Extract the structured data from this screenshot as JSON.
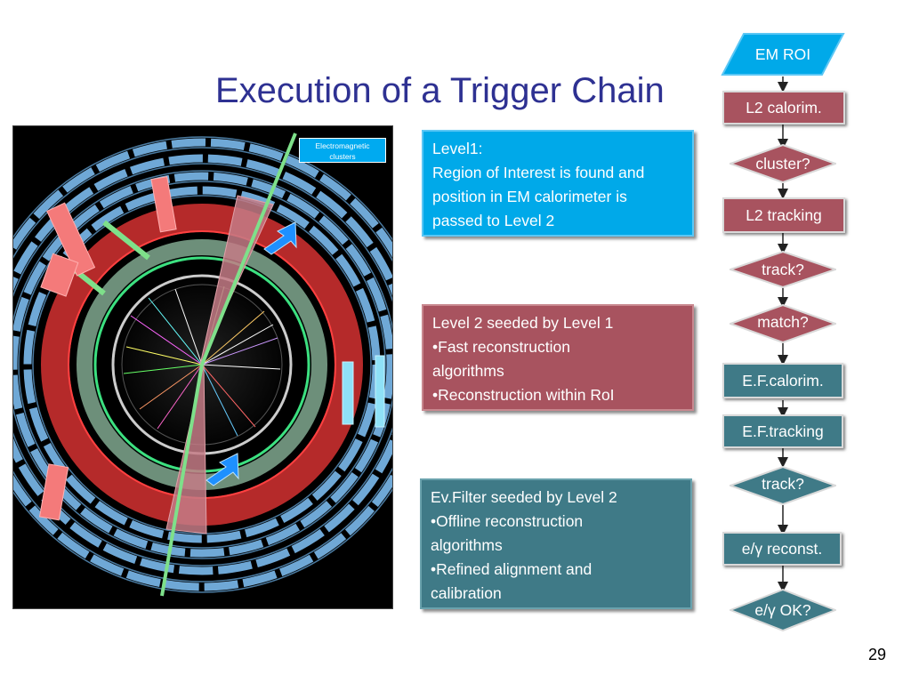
{
  "title": "Execution of a Trigger Chain",
  "slide_number": "29",
  "event_display": {
    "cluster_label_line1": "Electromagnetic",
    "cluster_label_line2": "clusters"
  },
  "boxes": {
    "level1": {
      "lines": [
        "Level1:",
        "Region of Interest is found and",
        "position in EM calorimeter is",
        "passed to Level 2"
      ]
    },
    "level2": {
      "lines": [
        "Level 2 seeded by Level 1",
        "•Fast reconstruction",
        "algorithms",
        "•Reconstruction within RoI"
      ]
    },
    "ef": {
      "lines": [
        "Ev.Filter seeded by Level 2",
        "•Offline reconstruction",
        "algorithms",
        "•Refined alignment and",
        "calibration"
      ]
    }
  },
  "flow": {
    "em_roi": "EM ROI",
    "l2_calorim": "L2 calorim.",
    "cluster_q": "cluster?",
    "l2_tracking": "L2 tracking",
    "track_q1": "track?",
    "match_q": "match?",
    "ef_calorim": "E.F.calorim.",
    "ef_tracking": "E.F.tracking",
    "track_q2": "track?",
    "e_gamma_reconst": "e/γ reconst.",
    "e_gamma_ok": "e/γ OK?"
  },
  "colors": {
    "title": "#2e3192",
    "level1": "#00a9e9",
    "level2": "#a8535f",
    "ef": "#3f7a87"
  }
}
